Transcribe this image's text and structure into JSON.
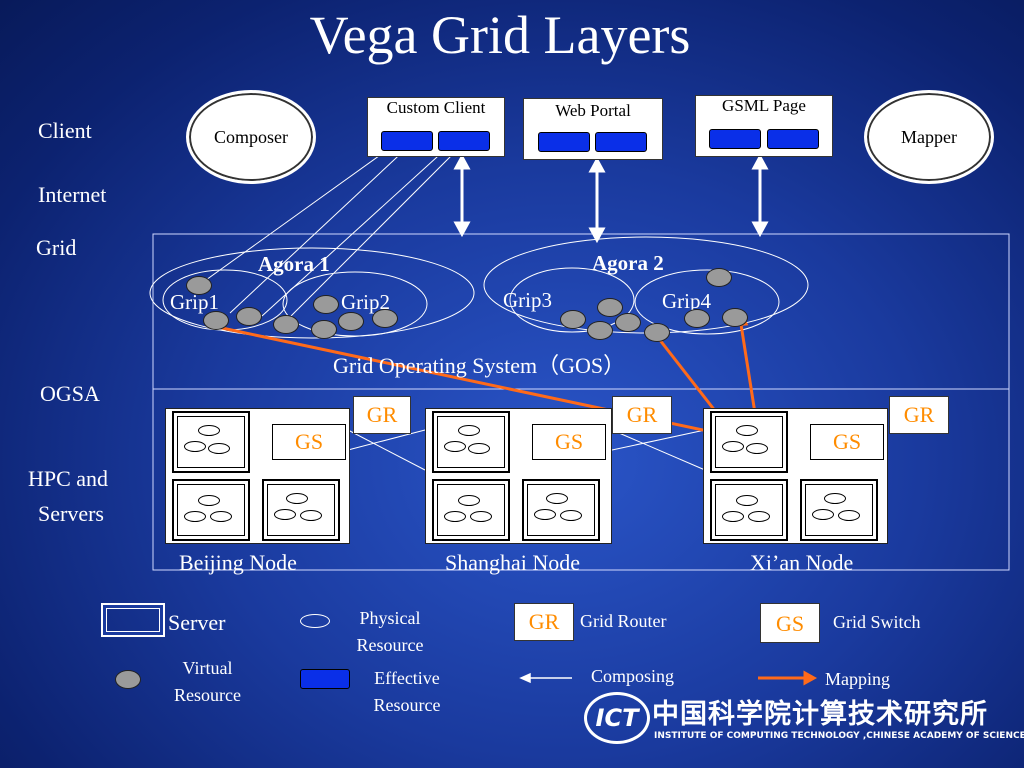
{
  "title": "Vega Grid Layers",
  "layers": {
    "client": "Client",
    "internet": "Internet",
    "grid": "Grid",
    "ogsa": "OGSA",
    "hpc": "HPC and",
    "servers": "Servers"
  },
  "clients": {
    "composer": "Composer",
    "custom_client": "Custom Client",
    "web_portal": "Web Portal",
    "gsml_page": "GSML Page",
    "mapper": "Mapper"
  },
  "agoras": {
    "agora1": "Agora 1",
    "agora2": "Agora 2",
    "grip1": "Grip1",
    "grip2": "Grip2",
    "grip3": "Grip3",
    "grip4": "Grip4"
  },
  "gos": "Grid Operating System（GOS）",
  "nodes": {
    "gr": "GR",
    "gs": "GS",
    "beijing": "Beijing Node",
    "shanghai": "Shanghai Node",
    "xian": "Xi’an Node"
  },
  "legend": {
    "server": "Server",
    "physical_1": "Physical",
    "physical_2": "Resource",
    "gr": "GR",
    "grid_router": "Grid Router",
    "gs": "GS",
    "grid_switch": "Grid Switch",
    "virtual_1": "Virtual",
    "virtual_2": "Resource",
    "effective_1": "Effective",
    "effective_2": "Resource",
    "composing": "Composing",
    "mapping": "Mapping"
  },
  "logo": {
    "mark": "ICT",
    "chinese": "中国科学院计算技术研究所",
    "english": "INSTITUTE OF COMPUTING TECHNOLOGY ,CHINESE ACADEMY OF SCIENCES"
  },
  "colors": {
    "background": "#1a3a9e",
    "effective_resource": "#0a2fe8",
    "mapping_line": "#ff6a1a",
    "gr_text": "#ff8c00",
    "gs_text": "#ff8c00"
  }
}
